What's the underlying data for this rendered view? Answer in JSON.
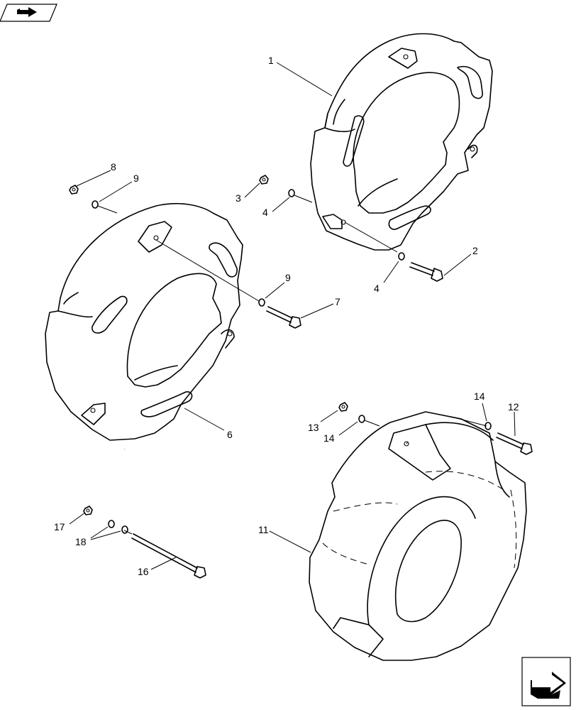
{
  "navigation": {
    "top_left_icon": "back-arrow-icon",
    "bottom_right_icon": "forward-arrow-icon"
  },
  "callouts": [
    "1",
    "2",
    "3",
    "4",
    "4",
    "6",
    "7",
    "8",
    "9",
    "9",
    "11",
    "12",
    "13",
    "14",
    "14",
    "16",
    "17",
    "18"
  ]
}
